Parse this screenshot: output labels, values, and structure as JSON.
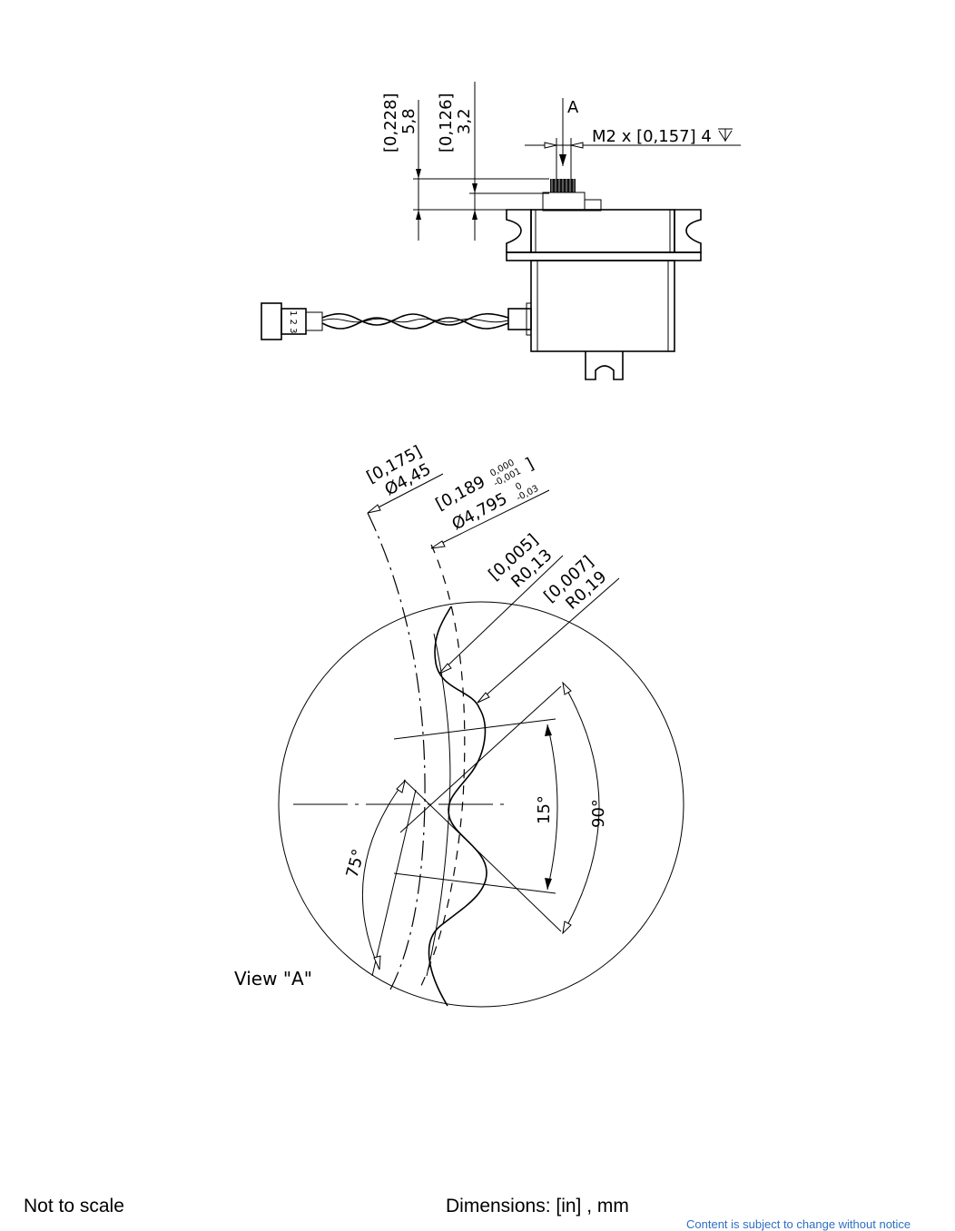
{
  "top_view": {
    "dim_left_in": "[0,228]",
    "dim_left_mm": "5,8",
    "dim_mid_in": "[0,126]",
    "dim_mid_mm": "3,2",
    "view_marker": "A",
    "thread_callout": "M2 x [0,157] 4",
    "connector_pins": "1 2 3"
  },
  "detail_view": {
    "dia_outer_in": "[0,175]",
    "dia_outer_mm": "Ø4,45",
    "dia_pitch_in": "[0,189",
    "dia_pitch_in_tol_upper": "0,000",
    "dia_pitch_in_tol_lower": "-0,001",
    "dia_pitch_mm": "Ø4,795",
    "dia_pitch_mm_tol_upper": "0",
    "dia_pitch_mm_tol_lower": "-0,03",
    "r1_in": "[0,005]",
    "r1_mm": "R0,13",
    "r2_in": "[0,007]",
    "r2_mm": "R0,19",
    "angle_tooth": "15°",
    "angle_flank": "90°",
    "angle_root": "75°",
    "label": "View \"A\""
  },
  "footer": {
    "scale_note": "Not to scale",
    "units_note": "Dimensions: [in] , mm",
    "disclaimer": "Content is subject to change without notice"
  }
}
